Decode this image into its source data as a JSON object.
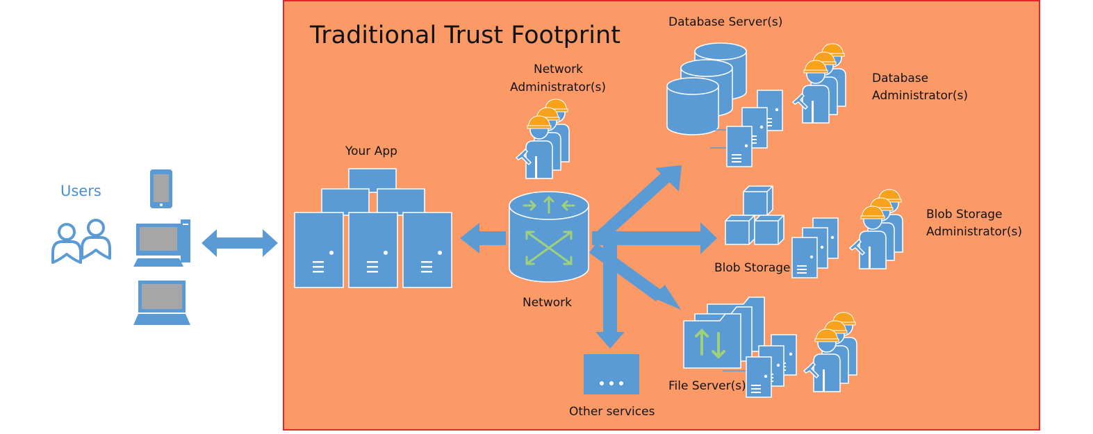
{
  "title": "Traditional Trust Footprint",
  "labels": {
    "users": "Users",
    "your_app": "Your App",
    "network_admin_line1": "Network",
    "network_admin_line2": "Administrator(s)",
    "network": "Network",
    "database_servers": "Database Server(s)",
    "database_admin_line1": "Database",
    "database_admin_line2": "Administrator(s)",
    "blob_storage": "Blob Storage",
    "blob_admin_line1": "Blob Storage",
    "blob_admin_line2": "Administrator(s)",
    "file_servers": "File Server(s)",
    "other_services": "Other services"
  },
  "colors": {
    "boundary_fill": "#fb9a66",
    "boundary_stroke": "#e8242a",
    "icon_blue": "#5b9bd5",
    "hardhat_orange": "#f7a21d",
    "arrow_green": "#9fd07a"
  },
  "icons": [
    "users-icon",
    "phone-icon",
    "desktop-icon",
    "laptop-icon",
    "server-farm-icon",
    "network-router-icon",
    "admin-group-icon",
    "database-icon",
    "blob-storage-icon",
    "file-server-icon",
    "other-services-icon"
  ]
}
